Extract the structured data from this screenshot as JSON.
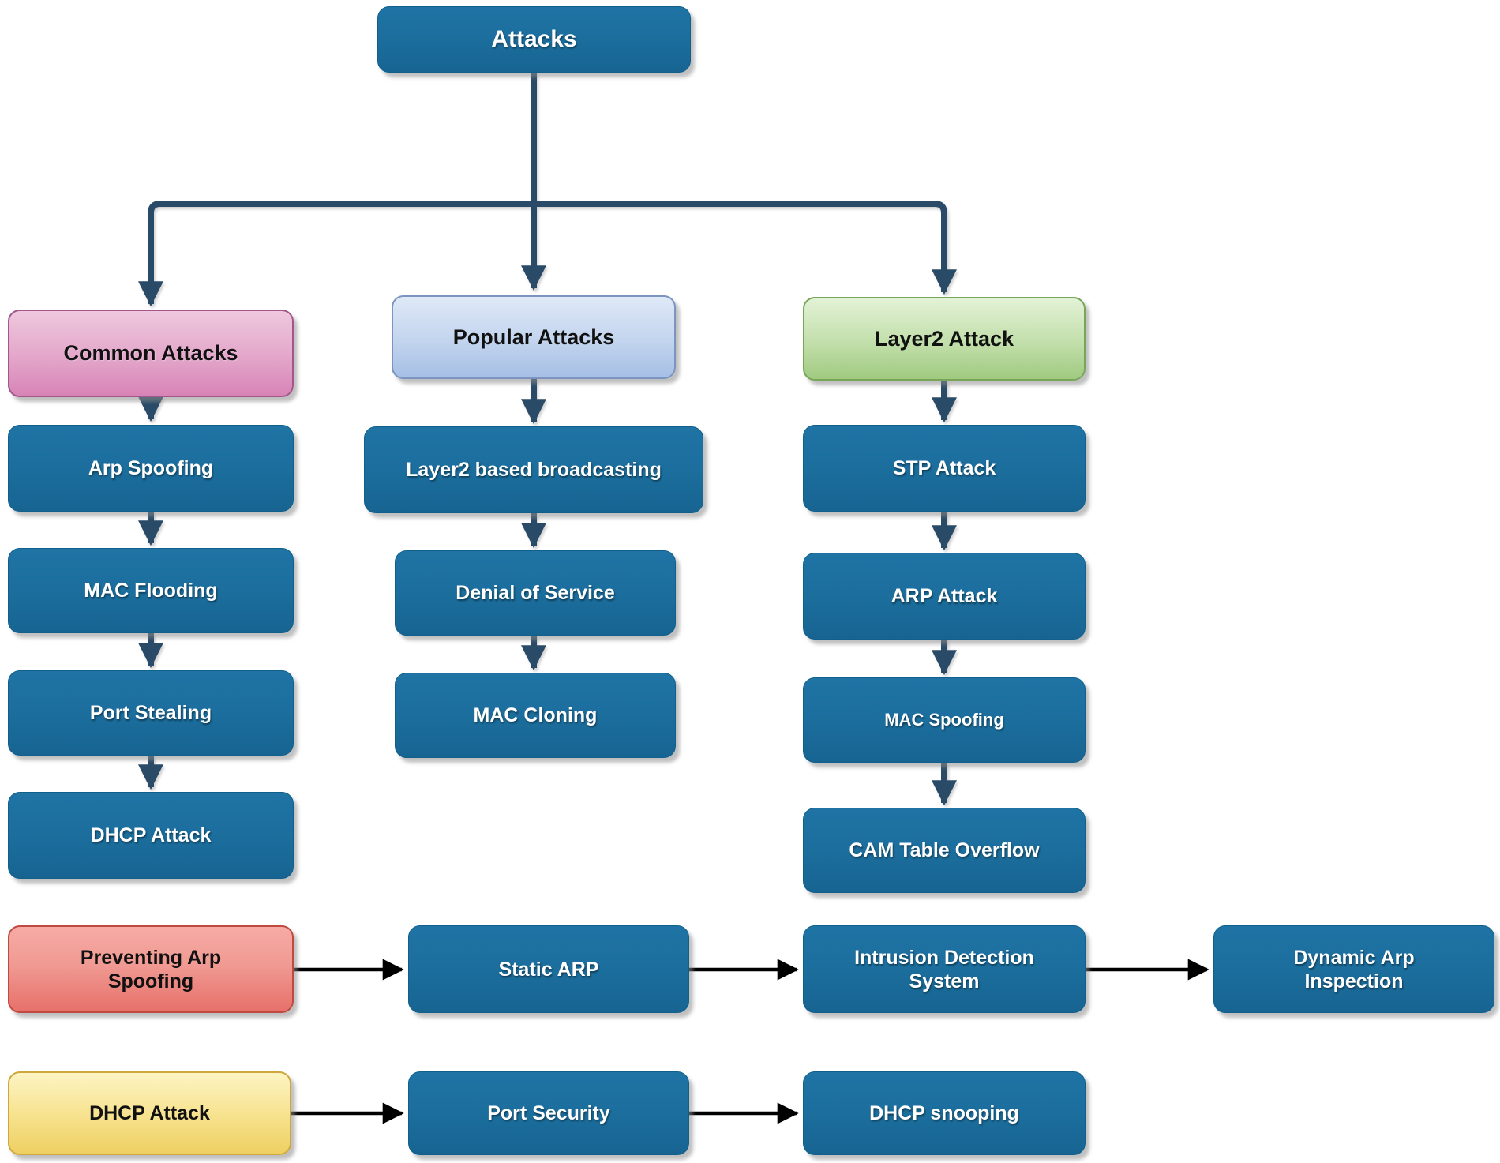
{
  "diagram": {
    "title": "Attacks",
    "colors": {
      "node_teal_fill": "#1b6d9c",
      "node_teal_border": "#11608c",
      "arrow_navy": "#2b4b68",
      "arrow_black": "#000000",
      "pink_fill_top": "#eec8dd",
      "pink_fill_bottom": "#d884b6",
      "pink_border": "#a2568b",
      "blue_fill_top": "#dfe9f7",
      "blue_fill_bottom": "#a6bfe5",
      "blue_border": "#7b94c0",
      "green_fill_top": "#e3f2d6",
      "green_fill_bottom": "#a0ca80",
      "green_border": "#77a65a",
      "red_fill_top": "#f6aba4",
      "red_fill_bottom": "#e7706a",
      "red_border": "#bf4a42",
      "yellow_fill_top": "#fdf4c3",
      "yellow_fill_bottom": "#eecf62",
      "yellow_border": "#cfa83d"
    },
    "nodes": {
      "attacks": {
        "label": "Attacks"
      },
      "common_attacks": {
        "label": "Common Attacks"
      },
      "popular_attacks": {
        "label": "Popular Attacks"
      },
      "layer2_attack": {
        "label": "Layer2 Attack"
      },
      "arp_spoofing": {
        "label": "Arp Spoofing"
      },
      "mac_flooding": {
        "label": "MAC Flooding"
      },
      "port_stealing": {
        "label": "Port Stealing"
      },
      "dhcp_attack_common": {
        "label": "DHCP Attack"
      },
      "layer2_broadcasting": {
        "label": "Layer2 based broadcasting"
      },
      "denial_of_service": {
        "label": "Denial of Service"
      },
      "mac_cloning": {
        "label": "MAC Cloning"
      },
      "stp_attack": {
        "label": "STP Attack"
      },
      "arp_attack": {
        "label": "ARP Attack"
      },
      "mac_spoofing": {
        "label": "MAC Spoofing"
      },
      "cam_table_overflow": {
        "label": "CAM Table Overflow"
      },
      "preventing_arp_spoofing": {
        "label": "Preventing Arp Spoofing"
      },
      "static_arp": {
        "label": "Static ARP"
      },
      "intrusion_detection_system": {
        "label": "Intrusion Detection System"
      },
      "dynamic_arp_inspection": {
        "label": "Dynamic Arp Inspection"
      },
      "dhcp_attack_prevention": {
        "label": "DHCP Attack"
      },
      "port_security": {
        "label": "Port Security"
      },
      "dhcp_snooping": {
        "label": "DHCP snooping"
      }
    },
    "edges": [
      {
        "from": "attacks",
        "to": "common_attacks"
      },
      {
        "from": "attacks",
        "to": "popular_attacks"
      },
      {
        "from": "attacks",
        "to": "layer2_attack"
      },
      {
        "from": "common_attacks",
        "to": "arp_spoofing"
      },
      {
        "from": "arp_spoofing",
        "to": "mac_flooding"
      },
      {
        "from": "mac_flooding",
        "to": "port_stealing"
      },
      {
        "from": "port_stealing",
        "to": "dhcp_attack_common"
      },
      {
        "from": "popular_attacks",
        "to": "layer2_broadcasting"
      },
      {
        "from": "layer2_broadcasting",
        "to": "denial_of_service"
      },
      {
        "from": "denial_of_service",
        "to": "mac_cloning"
      },
      {
        "from": "layer2_attack",
        "to": "stp_attack"
      },
      {
        "from": "stp_attack",
        "to": "arp_attack"
      },
      {
        "from": "arp_attack",
        "to": "mac_spoofing"
      },
      {
        "from": "mac_spoofing",
        "to": "cam_table_overflow"
      },
      {
        "from": "preventing_arp_spoofing",
        "to": "static_arp"
      },
      {
        "from": "static_arp",
        "to": "intrusion_detection_system"
      },
      {
        "from": "intrusion_detection_system",
        "to": "dynamic_arp_inspection"
      },
      {
        "from": "dhcp_attack_prevention",
        "to": "port_security"
      },
      {
        "from": "port_security",
        "to": "dhcp_snooping"
      }
    ]
  }
}
